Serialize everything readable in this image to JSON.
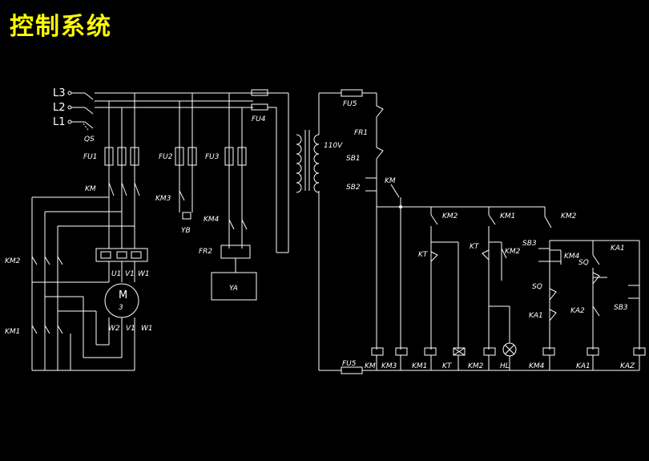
{
  "title": "控制系统",
  "power": {
    "lines": [
      "L3",
      "L2",
      "L1"
    ],
    "switch": "QS",
    "fuses": [
      "FU1",
      "FU2",
      "FU3",
      "FU4",
      "FU5"
    ],
    "voltage": "110V"
  },
  "motor": {
    "label_m": "M",
    "label_3": "3",
    "terminals": [
      "U1",
      "V1",
      "W1",
      "W2",
      "V1",
      "W1"
    ]
  },
  "main_labels": {
    "km": "KM",
    "km2": "KM2",
    "km1": "KM1",
    "km3": "KM3",
    "km4": "KM4",
    "yb": "YB",
    "fr2": "FR2",
    "ya": "YA"
  },
  "control_labels": {
    "fr1": "FR1",
    "sb1": "SB1",
    "sb2": "SB2",
    "km": "KM",
    "km2_top": "KM2",
    "km1_top": "KM1",
    "km2_right": "KM2",
    "kt_left": "KT",
    "kt_mid": "KT",
    "km2_mid": "KM2",
    "sb3_a": "SB3",
    "km4_mid": "KM4",
    "sq_a": "SQ",
    "ka1_top": "KA1",
    "sq_b": "SQ",
    "ka1_mid": "KA1",
    "ka2": "KA2",
    "sb3_b": "SB3"
  },
  "coils": [
    "KM",
    "KM3",
    "KM1",
    "KT",
    "KM2",
    "HL",
    "KM4",
    "KA1",
    "KAZ"
  ]
}
